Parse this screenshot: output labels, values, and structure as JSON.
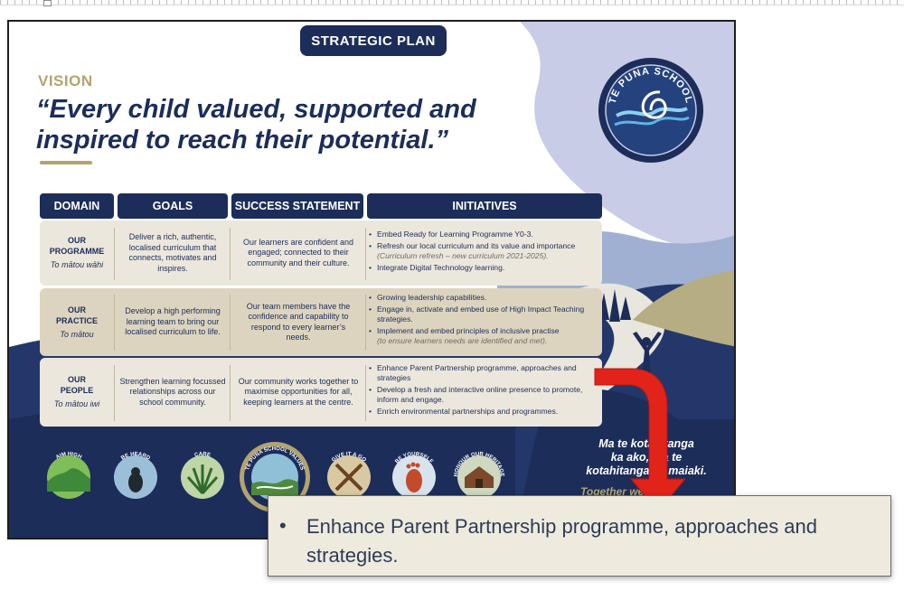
{
  "poster": {
    "tab_title": "STRATEGIC PLAN",
    "vision_label": "VISION",
    "vision_quote": "“Every child valued, supported and inspired to reach their potential.”",
    "school_name": "TE PUNA SCHOOL",
    "motto": "Ma te kotahitanga\nka ako, ma te\nkotahitanga ka maiaki.",
    "together_text": "Together we ...",
    "colors": {
      "navy": "#1c2d5a",
      "gold": "#b3a46f",
      "cream": "#ece7dc",
      "tan": "#ddd4bf",
      "red_arrow": "#e2231a"
    }
  },
  "table": {
    "headers": [
      "DOMAIN",
      "GOALS",
      "SUCCESS STATEMENT",
      "INITIATIVES"
    ],
    "rows": [
      {
        "domain": "OUR\nPROGRAMME",
        "domain_maori": "To mātou wāhi",
        "goal": "Deliver a rich, authentic, localised curriculum that connects, motivates and inspires.",
        "success": "Our learners are confident and engaged; connected to their community and their culture.",
        "initiatives": [
          {
            "text": "Embed Ready for Learning Programme Y0-3.",
            "note": ""
          },
          {
            "text": "Refresh our local curriculum and its value and importance",
            "note": "(Curriculum refresh – new curriculum 2021-2025)."
          },
          {
            "text": "Integrate Digital Technology learning.",
            "note": ""
          }
        ]
      },
      {
        "domain": "OUR\nPRACTICE",
        "domain_maori": "To mātou",
        "goal": "Develop a high performing learning team to bring our localised curriculum to life.",
        "success": "Our team members have the confidence and capability to respond to every learner’s needs.",
        "initiatives": [
          {
            "text": "Growing leadership capabilities.",
            "note": ""
          },
          {
            "text": "Engage in, activate and embed use of High Impact Teaching strategies.",
            "note": ""
          },
          {
            "text": "Implement and embed principles of inclusive practise",
            "note": "(to ensure learners needs are identified and met)."
          }
        ]
      },
      {
        "domain": "OUR\nPEOPLE",
        "domain_maori": "To mātou iwi",
        "goal": "Strengthen learning focussed relationships across our school community.",
        "success": "Our community works together to maximise opportunities for all, keeping learners at the centre.",
        "initiatives": [
          {
            "text": "Enhance Parent Partnership programme, approaches and strategies",
            "note": ""
          },
          {
            "text": "Develop a fresh and interactive online presence to promote, inform and engage.",
            "note": ""
          },
          {
            "text": "Enrich environmental partnerships and programmes.",
            "note": ""
          }
        ]
      }
    ]
  },
  "values": [
    {
      "label": "AIM HIGH",
      "icon": "hills-icon"
    },
    {
      "label": "BE HEARD",
      "icon": "tui-bird-icon"
    },
    {
      "label": "CARE",
      "icon": "flax-icon"
    },
    {
      "label": "TE PUNA SCHOOL VALUES",
      "icon": "river-icon"
    },
    {
      "label": "GIVE IT A GO",
      "icon": "crossed-paddles-icon"
    },
    {
      "label": "BE YOURSELF",
      "icon": "footprint-icon"
    },
    {
      "label": "HONOUR OUR HERITAGE",
      "icon": "marae-icon"
    }
  ],
  "zoom": {
    "bullet": "•",
    "text": "Enhance Parent Partnership programme, approaches and strategies."
  }
}
